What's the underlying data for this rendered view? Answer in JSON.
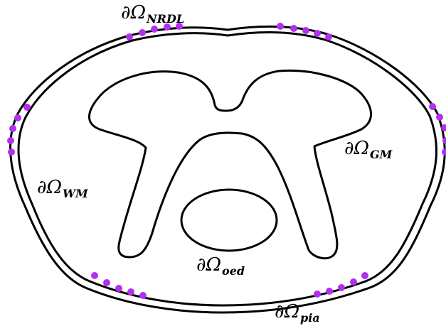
{
  "labels": {
    "nrdl": {
      "symbol": "∂Ω",
      "subscript": "NRDL"
    },
    "gm": {
      "symbol": "∂Ω",
      "subscript": "GM"
    },
    "wm": {
      "symbol": "∂Ω",
      "subscript": "WM"
    },
    "oed": {
      "symbol": "∂Ω",
      "subscript": "oed"
    },
    "pia": {
      "symbol": "∂Ω",
      "subscript": "pia"
    }
  },
  "colors": {
    "boundary_stroke": "#000000",
    "marker_fill": "#b030f0",
    "background": "#ffffff"
  }
}
